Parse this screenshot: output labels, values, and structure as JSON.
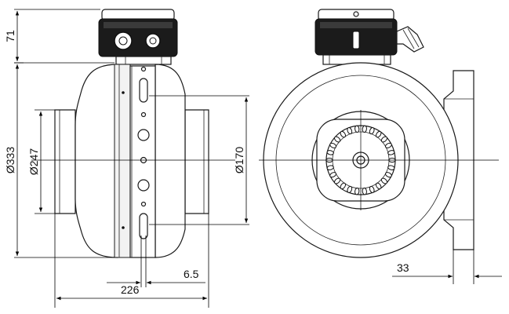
{
  "dimensions": {
    "d71": "71",
    "d333": "Ø333",
    "d247": "Ø247",
    "d170": "Ø170",
    "d6_5": "6.5",
    "d226": "226",
    "d33": "33"
  }
}
